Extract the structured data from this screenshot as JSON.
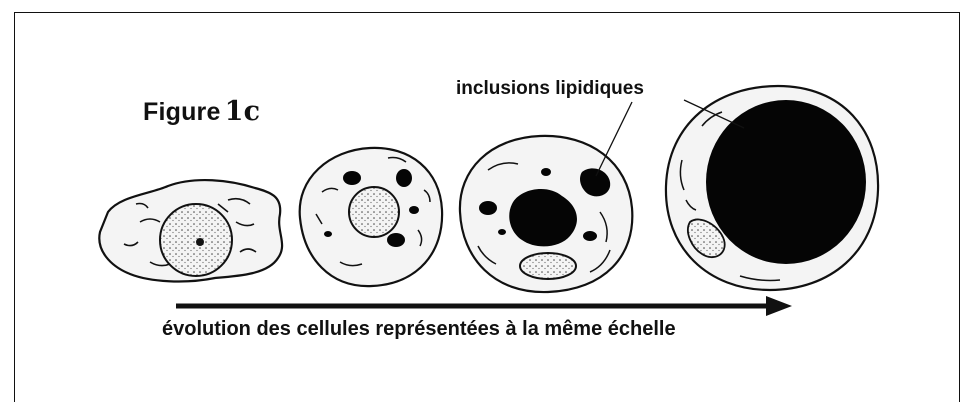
{
  "figure": {
    "title": "Figure",
    "number": "1c"
  },
  "labels": {
    "callout": "inclusions lipidiques",
    "caption": "évolution des cellules représentées à la même échelle"
  },
  "colors": {
    "ink": "#111111",
    "cytoplasm": "#f4f4f4",
    "lipid": "#050505"
  },
  "cells": [
    {
      "stage": 1,
      "lipid_fill": 0
    },
    {
      "stage": 2,
      "lipid_fill": 0.1
    },
    {
      "stage": 3,
      "lipid_fill": 0.3
    },
    {
      "stage": 4,
      "lipid_fill": 0.85
    }
  ]
}
